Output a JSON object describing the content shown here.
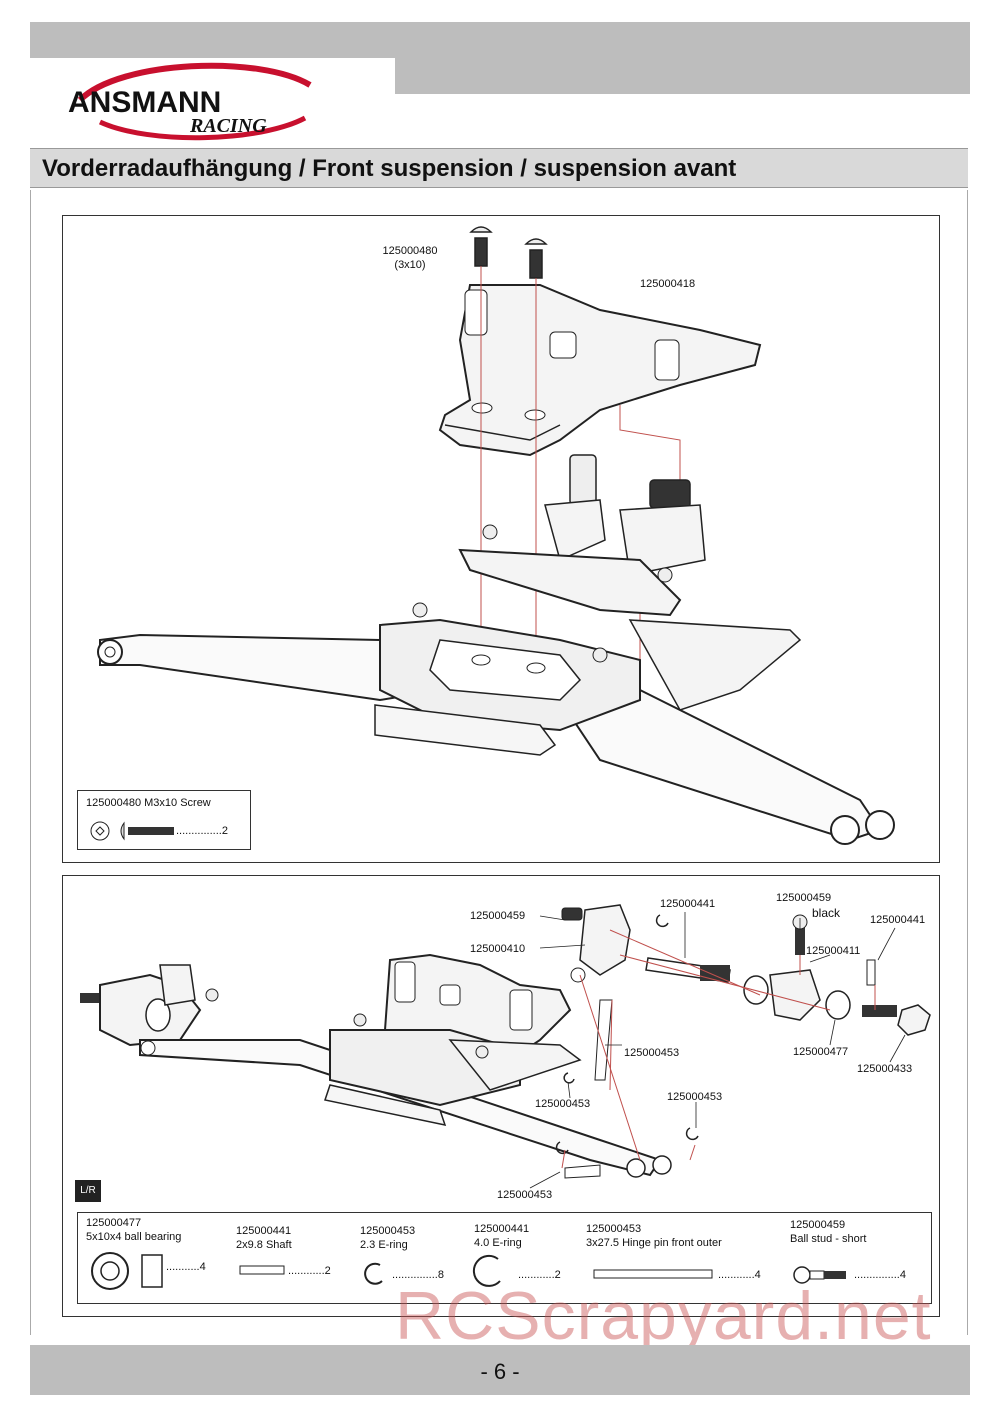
{
  "brand": {
    "name": "ANSMANN",
    "sub": "RACING"
  },
  "title": "Vorderradaufhängung / Front suspension / suspension avant",
  "page_number": "- 6 -",
  "watermark": "RCScrapyard.net",
  "panel1": {
    "labels": {
      "screw_part": "125000480",
      "screw_size": "(3x10)",
      "upper_part": "125000418"
    },
    "legend": {
      "title": "125000480  M3x10 Screw",
      "qty": "...............2"
    }
  },
  "panel2": {
    "labels": {
      "ball_stud_left": "125000459",
      "knuckle": "125000410",
      "shaft_top": "125000441",
      "ball_stud_black": "125000459",
      "black_note": "black",
      "shaft_right": "125000441",
      "hub": "125000411",
      "erring_mid": "125000453",
      "bearing": "125000477",
      "hex": "125000433",
      "erring_low": "125000453",
      "erring_right": "125000453",
      "erring_bottom": "125000453"
    },
    "lr_badge": "L/R",
    "legend": [
      {
        "part": "125000477",
        "desc": "5x10x4 ball bearing",
        "qty": "...........4"
      },
      {
        "part": "125000441",
        "desc": "2x9.8 Shaft",
        "qty": "............2"
      },
      {
        "part": "125000453",
        "desc": "2.3 E-ring",
        "qty": "...............8"
      },
      {
        "part": "125000441",
        "desc": "4.0 E-ring",
        "qty": "............2"
      },
      {
        "part": "125000453",
        "desc": "3x27.5 Hinge pin front outer",
        "qty": "............4"
      },
      {
        "part": "125000459",
        "desc": "Ball stud - short",
        "qty": "...............4"
      }
    ]
  }
}
